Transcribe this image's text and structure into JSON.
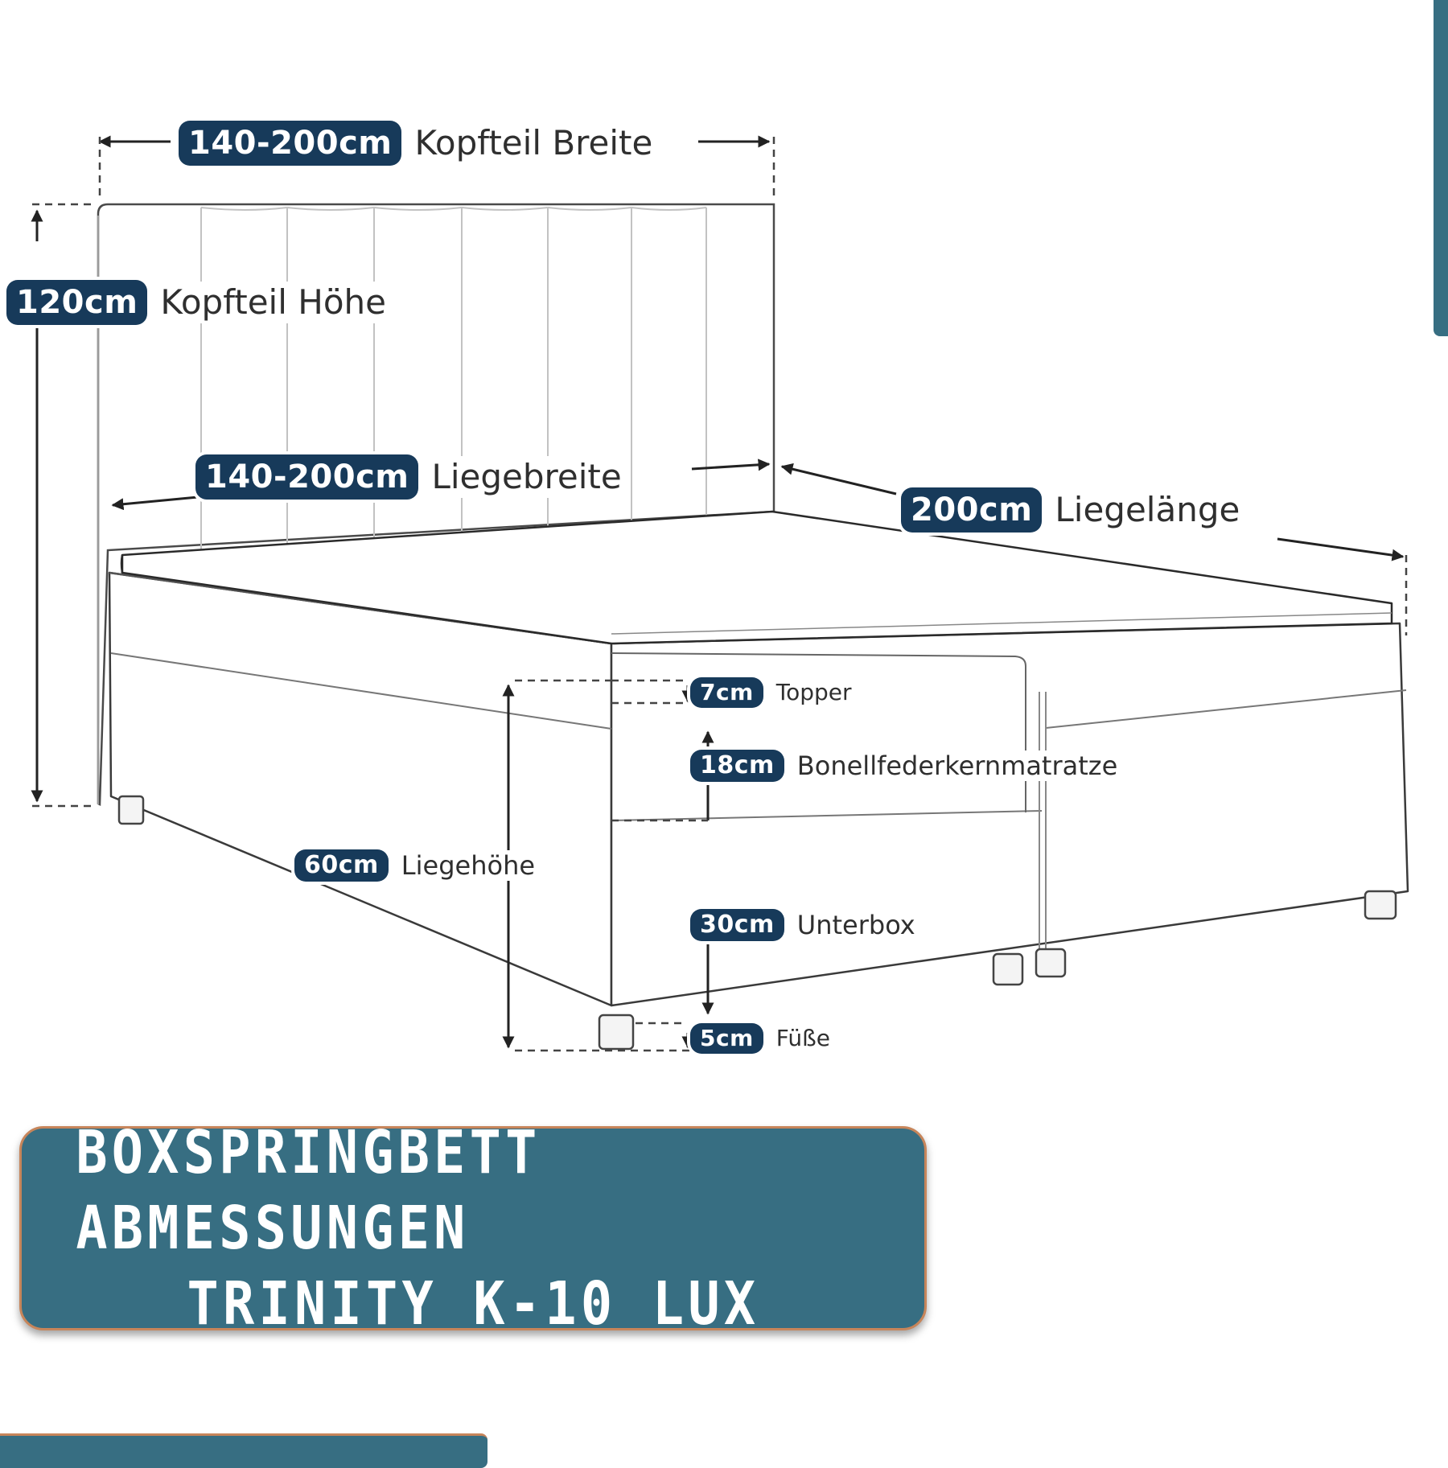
{
  "dimensions": {
    "kopfteil_breite": {
      "value": "140-200cm",
      "label": "Kopfteil Breite"
    },
    "kopfteil_hoehe": {
      "value": "120cm",
      "label": "Kopfteil Höhe"
    },
    "liegebreite": {
      "value": "140-200cm",
      "label": "Liegebreite"
    },
    "liegelaenge": {
      "value": "200cm",
      "label": "Liegelänge"
    },
    "topper": {
      "value": "7cm",
      "label": "Topper"
    },
    "matratze": {
      "value": "18cm",
      "label": "Bonellfederkernmatratze"
    },
    "liegehoehe": {
      "value": "60cm",
      "label": "Liegehöhe"
    },
    "unterbox": {
      "value": "30cm",
      "label": "Unterbox"
    },
    "fuesse": {
      "value": "5cm",
      "label": "Füße"
    }
  },
  "title": {
    "line1": "BOXSPRINGBETT ABMESSUNGEN",
    "line2": "TRINITY K-10 LUX"
  },
  "colors": {
    "pill": "#173a5a",
    "banner": "#376e82",
    "banner_border": "#c7855a",
    "line": "#222222"
  }
}
